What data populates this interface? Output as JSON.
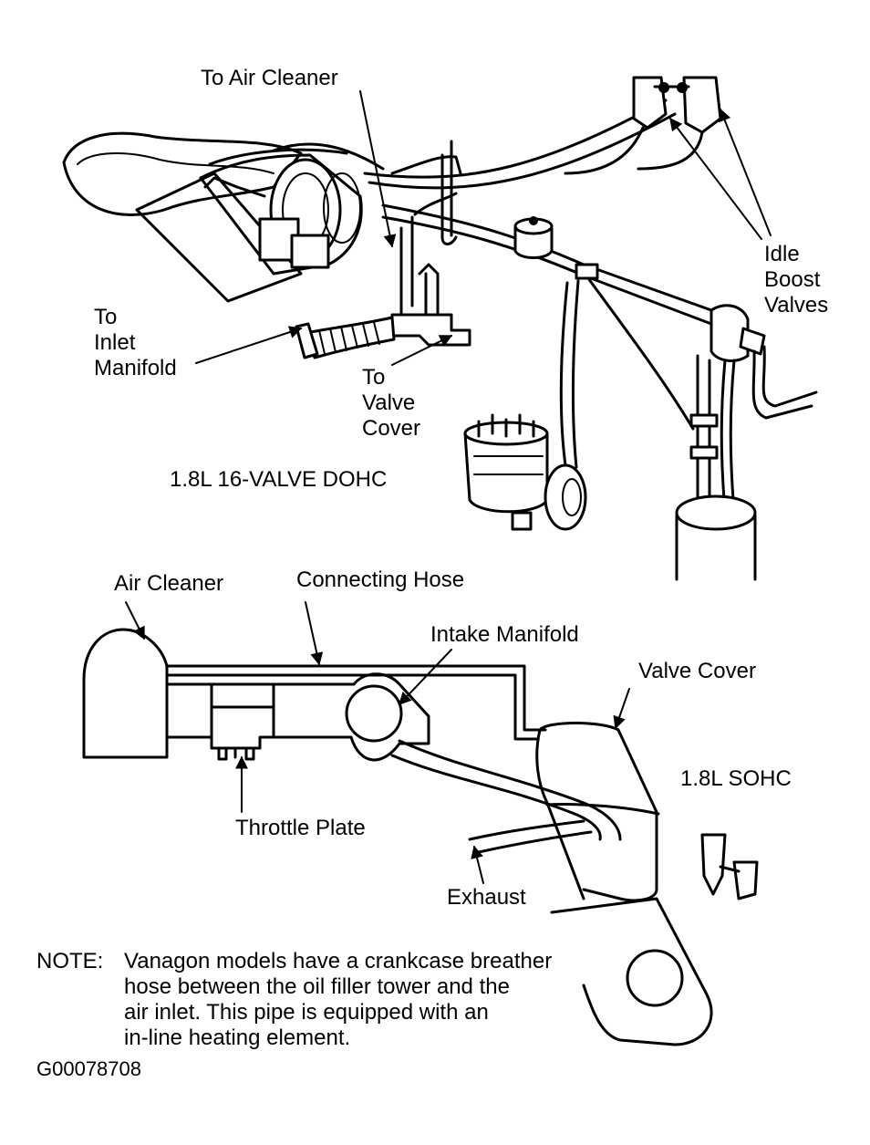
{
  "top_diagram": {
    "title": "1.8L 16-VALVE DOHC",
    "labels": {
      "to_air_cleaner": "To Air Cleaner",
      "idle_boost_1": "Idle",
      "idle_boost_2": "Boost",
      "idle_boost_3": "Valves",
      "inlet_1": "To",
      "inlet_2": "Inlet",
      "inlet_3": "Manifold",
      "valve_cover_1": "To",
      "valve_cover_2": "Valve",
      "valve_cover_3": "Cover"
    }
  },
  "bottom_diagram": {
    "title": "1.8L SOHC",
    "labels": {
      "air_cleaner": "Air Cleaner",
      "connecting_hose": "Connecting Hose",
      "intake_manifold": "Intake Manifold",
      "valve_cover": "Valve Cover",
      "throttle_plate": "Throttle Plate",
      "exhaust": "Exhaust"
    }
  },
  "note": {
    "prefix": "NOTE:",
    "lines": [
      "Vanagon models have a crankcase breather",
      "hose between the oil filler tower and the",
      "air inlet. This pipe is equipped with an",
      "in-line heating element."
    ]
  },
  "figure_id": "G00078708"
}
